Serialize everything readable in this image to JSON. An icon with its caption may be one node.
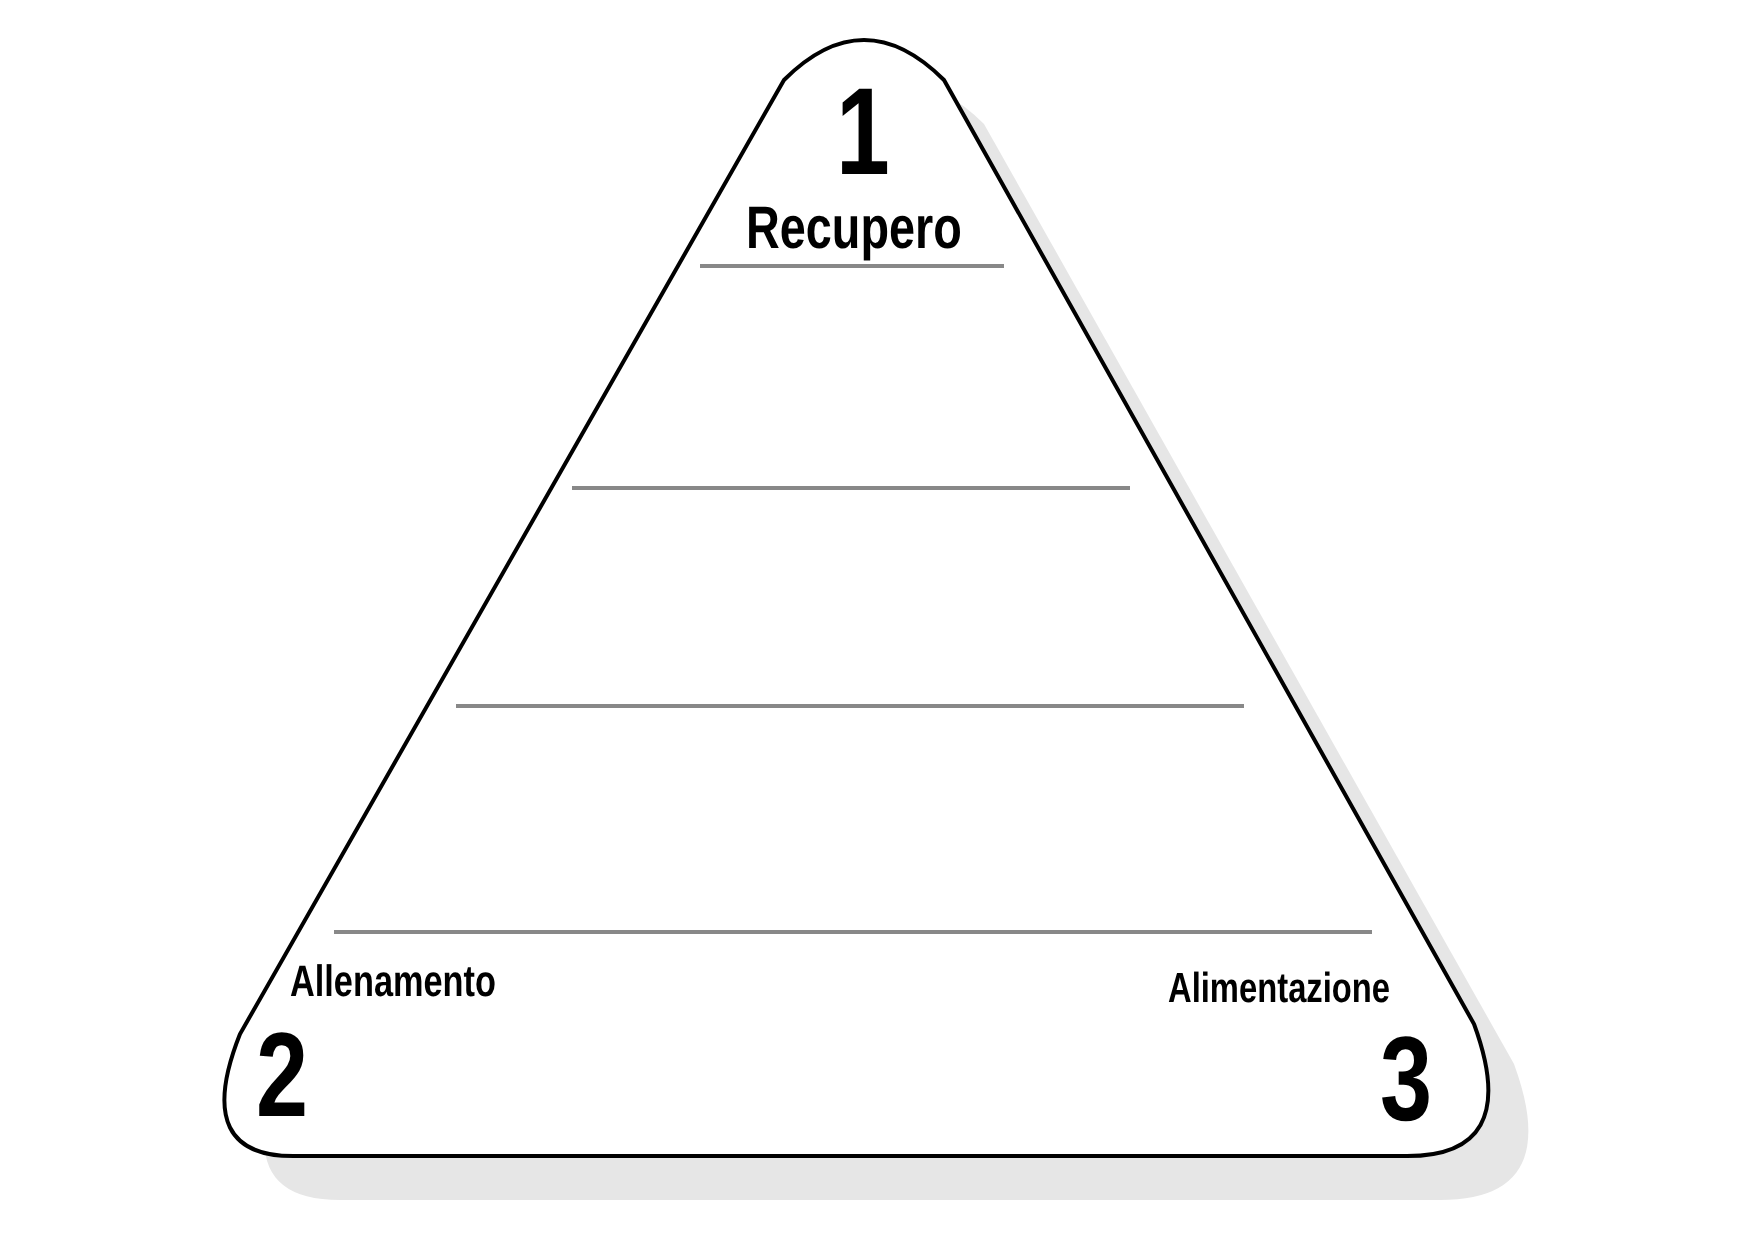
{
  "diagram": {
    "labels": [
      "1",
      "Recupero",
      "Allenamento",
      "2",
      "Alimentazione",
      "3"
    ]
  }
}
